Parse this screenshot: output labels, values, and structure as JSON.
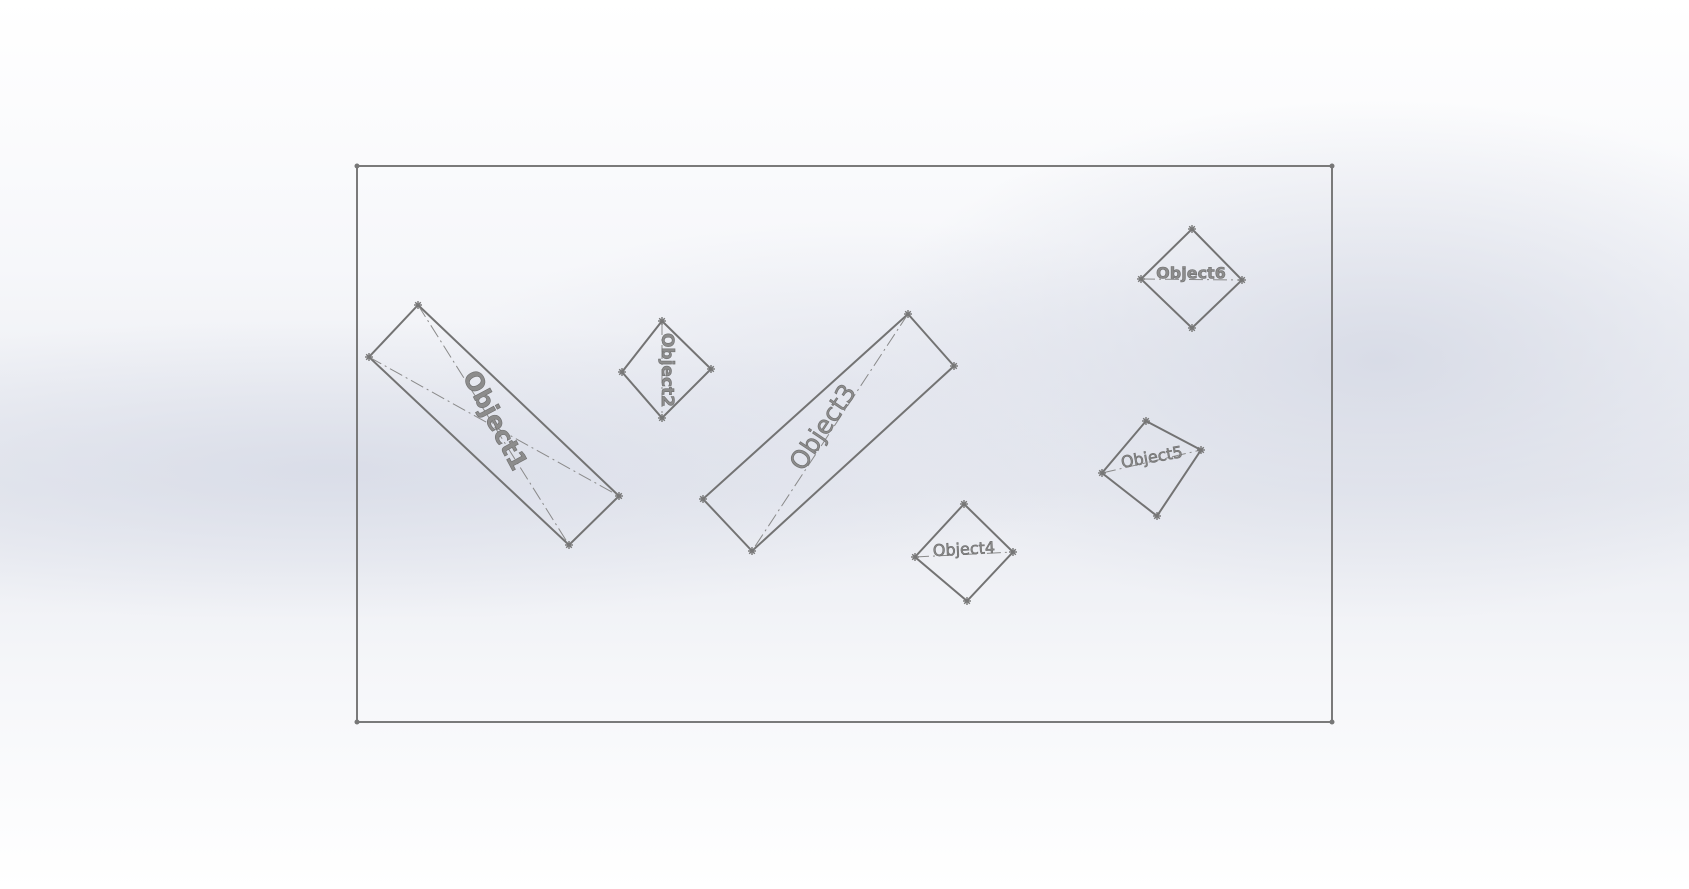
{
  "objects": [
    {
      "id": "object1",
      "label": "Object1"
    },
    {
      "id": "object2",
      "label": "Object2"
    },
    {
      "id": "object3",
      "label": "Object3"
    },
    {
      "id": "object4",
      "label": "Object4"
    },
    {
      "id": "object5",
      "label": "Object5"
    },
    {
      "id": "object6",
      "label": "Object6"
    }
  ],
  "colors": {
    "sketch_line": "#737373",
    "label_fill": "#8c8c8c",
    "background": "#eceef3"
  }
}
